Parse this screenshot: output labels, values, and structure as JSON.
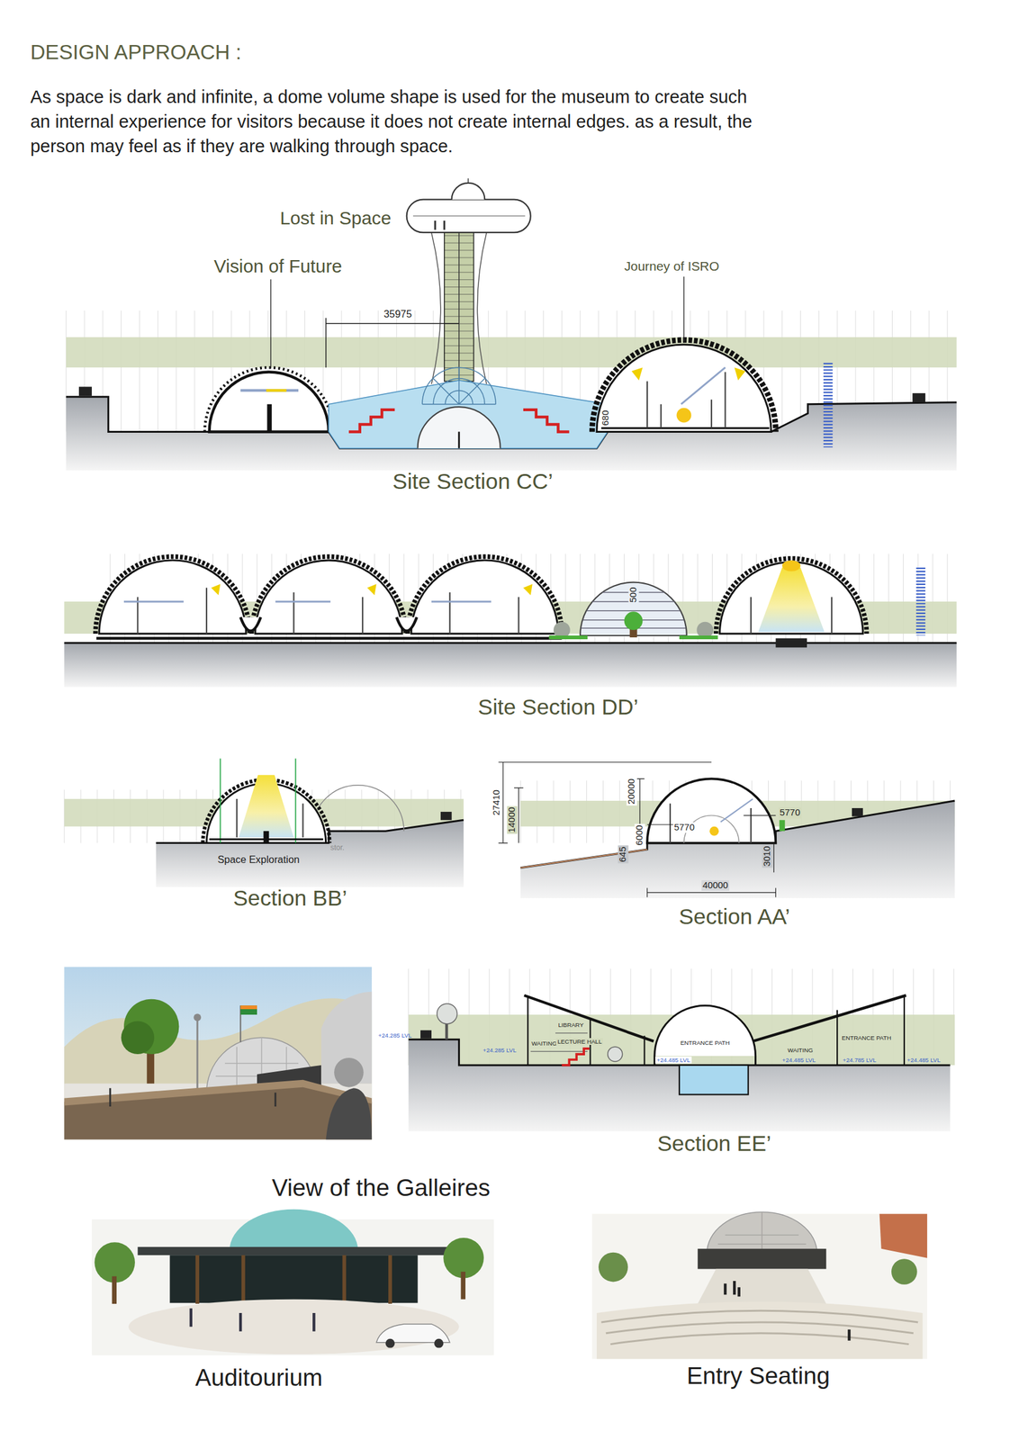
{
  "diagram": {
    "title": "DESIGN APPROACH :",
    "labels": [
      "As space is dark and infinite, a dome volume shape is used for the museum to create such an internal experience for visitors because it does not create internal edges. as a result, the person may feel as if they are walking through space.",
      "Lost in Space",
      "Vision of Future",
      "Journey of ISRO",
      "35975",
      "680",
      "Site Section CC’",
      "500",
      "Site Section DD’",
      "Space Exploration",
      "stor.",
      "Section BB’",
      "27410",
      "14000",
      "20000",
      "6000",
      "645",
      "5770",
      "5770",
      "3010",
      "40000",
      "Section AA’",
      "+24.285 LVL",
      "LIBRARY",
      "WAITING",
      "LECTURE HALL",
      "+24.285 LVL",
      "+24.485 LVL",
      "ENTRANCE PATH",
      "WAITING",
      "+24.485 LVL",
      "ENTRANCE PATH",
      "+24.785 LVL",
      "+24.485 LVL",
      "Section EE’",
      "View of the Galleires",
      "Auditourium",
      "Entry Seating"
    ]
  }
}
